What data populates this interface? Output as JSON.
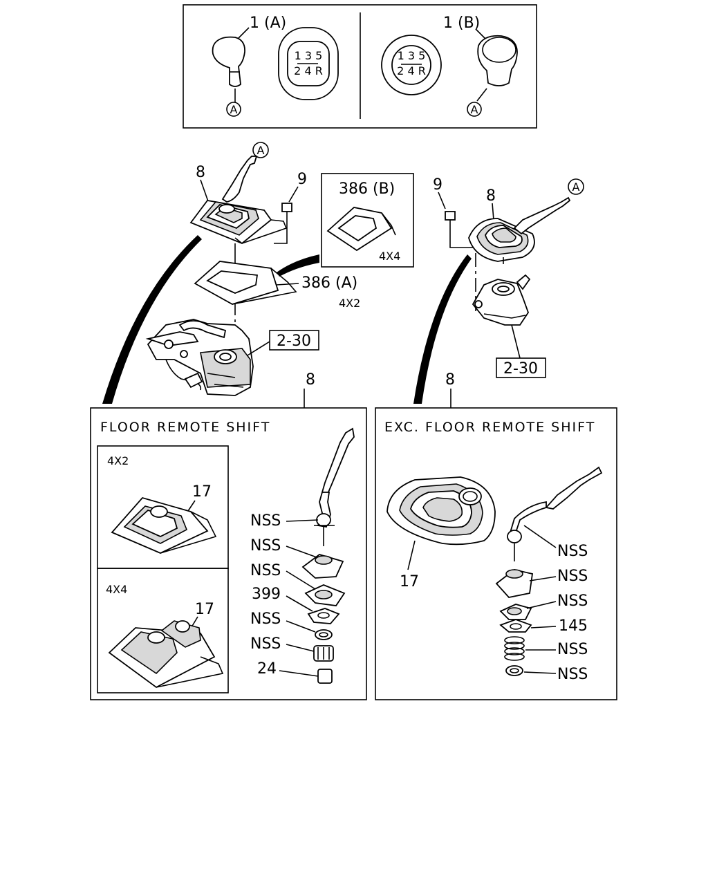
{
  "top_panel": {
    "knob_a_label": "1 (A)",
    "knob_b_label": "1 (B)",
    "ref_a": "A",
    "pattern_top": "1 3 5",
    "pattern_bottom": "2 4 R"
  },
  "main": {
    "ref_a": "A",
    "left_cover_label": "8",
    "left_bolt_label": "9",
    "plate_4x2_label": "386 (A)",
    "plate_4x2_variant": "4X2",
    "plate_4x4_label": "386 (B)",
    "plate_4x4_variant": "4X4",
    "left_ref": "2-30",
    "right_bolt_label": "9",
    "right_cover_label": "8",
    "right_ref": "2-30",
    "left_detail_callout": "8",
    "right_detail_callout": "8"
  },
  "floor_remote": {
    "title": "FLOOR REMOTE SHIFT",
    "sub_4x2": "4X2",
    "sub_4x2_part": "17",
    "sub_4x4": "4X4",
    "sub_4x4_part": "17",
    "parts": [
      "NSS",
      "NSS",
      "NSS",
      "399",
      "NSS",
      "NSS",
      "24"
    ]
  },
  "exc_floor_remote": {
    "title": "EXC. FLOOR REMOTE SHIFT",
    "boot_part": "17",
    "parts": [
      "NSS",
      "NSS",
      "NSS",
      "145",
      "NSS",
      "NSS"
    ]
  }
}
